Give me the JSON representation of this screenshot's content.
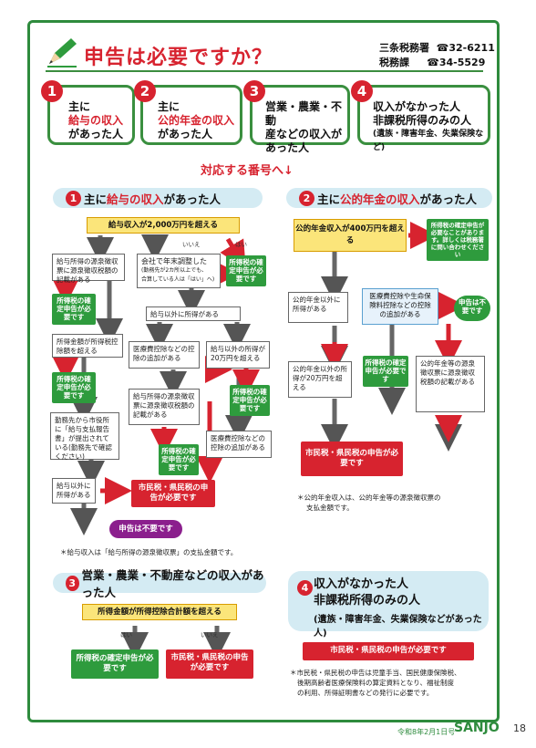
{
  "header": {
    "title": "申告は必要ですか？",
    "contact1_name": "三条税務署",
    "contact1_phone": "☎32-6211",
    "contact2_name": "税務課",
    "contact2_phone": "☎34-5529"
  },
  "categories": [
    {
      "num": "1",
      "line1": "主に",
      "line2": "給与の収入",
      "line3": "があった人"
    },
    {
      "num": "2",
      "line1": "主に",
      "line2": "公的年金の収入",
      "line3": "があった人"
    },
    {
      "num": "3",
      "line1": "営業・農業・不動",
      "line2": "産などの収入が",
      "line3": "あった人"
    },
    {
      "num": "4",
      "line1": "収入がなかった人",
      "line2": "非課税所得のみの人",
      "line3": "(遺族・障害年金、失業保険など)"
    }
  ],
  "subtitle": "対応する番号へ↓",
  "labels": {
    "yes": "はい",
    "no": "いいえ"
  },
  "section1": {
    "num": "1",
    "pre": "主に",
    "mid": "給与の収入",
    "post": "があった人",
    "q_salary": "給与収入が2,000万円を超える",
    "q_nenmatsu_a": "会社で年末調整した",
    "q_nenmatsu_b": "(勤務先が2カ所以上でも、",
    "q_nenmatsu_c": "合算している人は「はい」へ)",
    "q_gensen": "給与所得の源泉徴収票に源泉徴収税額の記載がある",
    "q_shotoku": "給与以外に所得がある",
    "q_kyuyogaku": "所得金額が所得税控除額を超える",
    "q_iryo": "医療費控除などの控除の追加がある",
    "q_20man": "給与以外の所得が20万円を超える",
    "q_gensen2": "給与所得の源泉徴収票に源泉徴収税額の記載がある",
    "q_iryo2": "医療費控除などの控除の追加がある",
    "q_shiharai": "勤務先から市役所に「給与支払報告書」が提出されている(勤務先で確認ください)",
    "q_other": "給与以外に所得がある",
    "res_kakutei": "所得税の確定申告が必要です",
    "res_shikenmin": "市民税・県民税の申告が必要です",
    "res_fuyo": "申告は不要です",
    "note": "＊給与収入は「給与所得の源泉徴収票」の支払金額です。"
  },
  "section2": {
    "num": "2",
    "pre": "主に",
    "mid": "公的年金の収入",
    "post": "があった人",
    "q_nenkin": "公的年金収入が400万円を超える",
    "res_red": "所得税の確定申告が必要なことがあります。詳しくは税務署に問い合わせください",
    "q_other": "公的年金以外に所得がある",
    "q_iryo": "医療費控除や生命保険料控除などの控除の追加がある",
    "res_fuyo": "申告は不要です",
    "q_20man": "公的年金以外の所得が20万円を超える",
    "res_kakutei": "所得税の確定申告が必要です",
    "q_gensen": "公的年金等の源泉徴収票に源泉徴収税額の記載がある",
    "res_shikenmin": "市民税・県民税の申告が必要です",
    "note1": "＊公的年金収入は、公的年金等の源泉徴収票の",
    "note2": "支払金額です。"
  },
  "section3": {
    "num": "3",
    "title": "営業・農業・不動産などの収入があった人",
    "q": "所得金額が所得控除合計額を超える",
    "res_kakutei": "所得税の確定申告が必要です",
    "res_shikenmin": "市民税・県民税の申告が必要です"
  },
  "section4": {
    "num": "4",
    "title1": "収入がなかった人",
    "title2": "非課税所得のみの人",
    "title3": "(遺族・障害年金、失業保険などがあった人)",
    "banner": "市民税・県民税の申告が必要です",
    "note1": "＊市民税・県民税の申告は児童手当、国民健康保険税、",
    "note2": "後期高齢者医療保険料の算定資料となり、福祉制度",
    "note3": "の利用、所得証明書などの発行に必要です。"
  },
  "footer": {
    "issue": "令和8年2月1日号",
    "logo": "SANJO",
    "page": "18"
  },
  "colors": {
    "accent_red": "#d7232f",
    "accent_green": "#2e8b3d",
    "header_blue": "#d4ebf3",
    "question_yellow": "#fbe57a"
  }
}
